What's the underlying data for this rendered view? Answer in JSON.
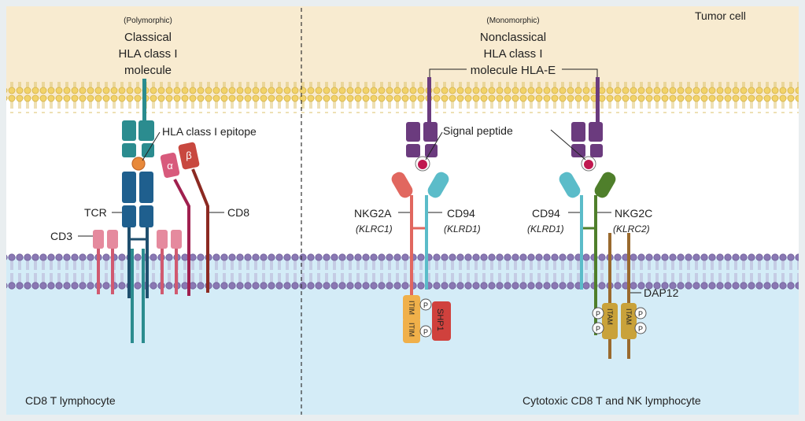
{
  "regions": {
    "tumor": "Tumor cell",
    "left_cell": "CD8 T lymphocyte",
    "right_cell": "Cytotoxic CD8 T and NK lymphocyte"
  },
  "classical": {
    "qualifier": "(Polymorphic)",
    "line1": "Classical",
    "line2": "HLA class I",
    "line3": "molecule",
    "epitope": "HLA class I epitope",
    "tcr": "TCR",
    "cd3": "CD3",
    "cd8": "CD8",
    "alpha": "α",
    "beta": "β"
  },
  "nonclassical": {
    "qualifier": "(Monomorphic)",
    "line1": "Nonclassical",
    "line2": "HLA class I",
    "line3": "molecule HLA-E",
    "signal_peptide": "Signal peptide"
  },
  "receptors": {
    "nkg2a": "NKG2A",
    "klrc1": "(KLRC1)",
    "cd94": "CD94",
    "klrd1": "(KLRD1)",
    "nkg2c": "NKG2C",
    "klrc2": "(KLRC2)",
    "dap12": "DAP12",
    "itim": "ITIM",
    "itam": "ITAM",
    "p": "P",
    "shp1": "SHP1"
  },
  "colors": {
    "tumor_bg": "#f8ebd0",
    "lymph_bg": "#d4ecf7",
    "membrane_yellow": "#f2d36a",
    "membrane_purple": "#8a78b3",
    "teal": "#2b8c8f",
    "dark_blue": "#1f5f8e",
    "purple": "#6b3b7e",
    "magenta": "#a0204f",
    "brick": "#8c2a22",
    "salmon": "#e1675f",
    "light_teal": "#5bbcc9",
    "green": "#4f7f2b",
    "gold": "#c9a23a",
    "brown": "#9a6a2e",
    "pink": "#e58a9e"
  }
}
